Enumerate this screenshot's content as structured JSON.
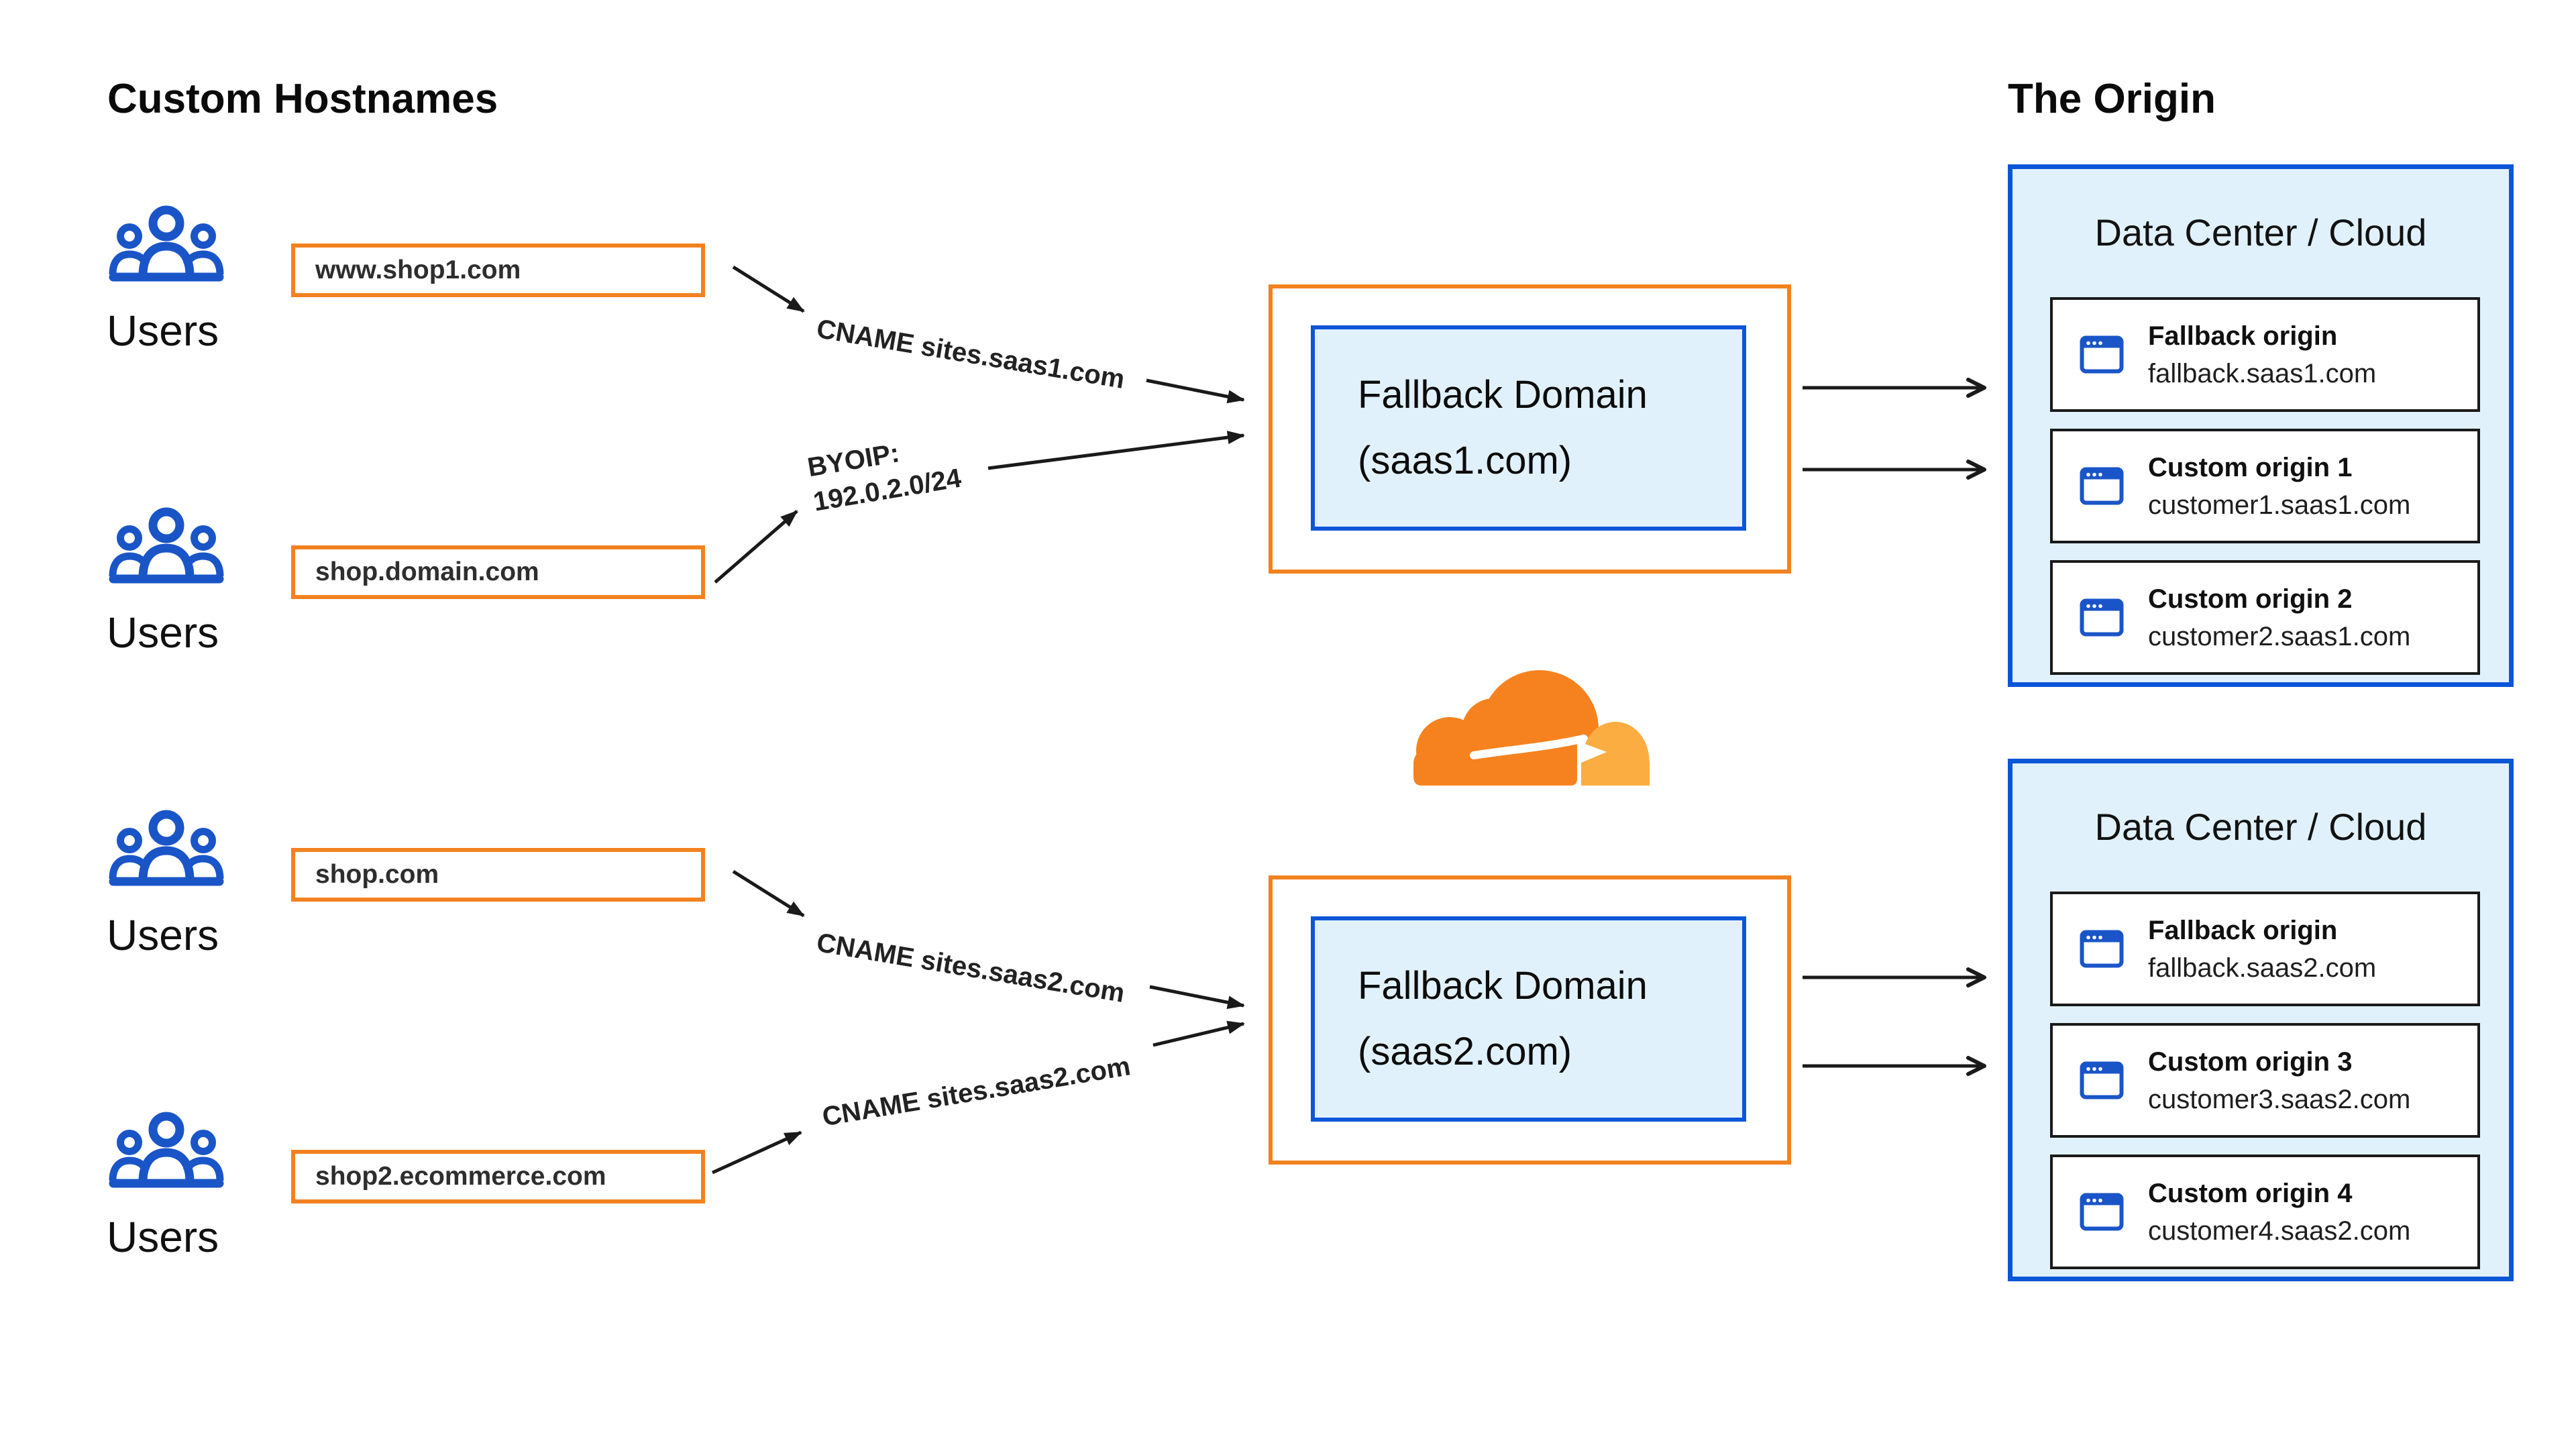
{
  "titles": {
    "left": "Custom Hostnames",
    "right": "The Origin"
  },
  "users_label": "Users",
  "hostnames": [
    "www.shop1.com",
    "shop.domain.com",
    "shop.com",
    "shop2.ecommerce.com"
  ],
  "routes": {
    "cname_saas1": "CNAME sites.saas1.com",
    "byoip_line1": "BYOIP:",
    "byoip_line2": "192.0.2.0/24",
    "cname_saas2_top": "CNAME sites.saas2.com",
    "cname_saas2_bottom": "CNAME sites.saas2.com"
  },
  "fallback_domains": [
    {
      "line1": "Fallback Domain",
      "line2": "(saas1.com)"
    },
    {
      "line1": "Fallback Domain",
      "line2": "(saas2.com)"
    }
  ],
  "datacenters": [
    {
      "title": "Data Center / Cloud",
      "origins": [
        {
          "name": "Fallback origin",
          "host": "fallback.saas1.com"
        },
        {
          "name": "Custom origin 1",
          "host": "customer1.saas1.com"
        },
        {
          "name": "Custom origin 2",
          "host": "customer2.saas1.com"
        }
      ]
    },
    {
      "title": "Data Center / Cloud",
      "origins": [
        {
          "name": "Fallback origin",
          "host": "fallback.saas2.com"
        },
        {
          "name": "Custom origin 3",
          "host": "customer3.saas2.com"
        },
        {
          "name": "Custom origin 4",
          "host": "customer4.saas2.com"
        }
      ]
    }
  ],
  "icons": {
    "users": "users-icon",
    "origin_server": "browser-window-icon",
    "brand": "cloudflare-logo"
  },
  "colors": {
    "orange": "#F28220",
    "blue": "#0A55D8",
    "icon_blue": "#1A55C8",
    "panel_blue": "#E1F1FB",
    "cf_orange": "#F6821F",
    "cf_light_orange": "#FBAD41",
    "ink": "#1A1A1A",
    "text": "#141414"
  }
}
